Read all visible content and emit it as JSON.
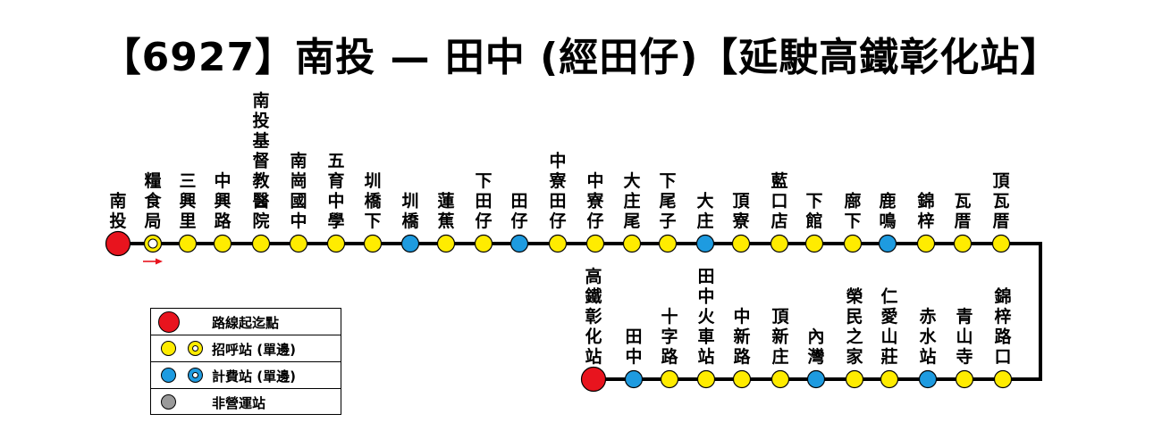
{
  "title": "【6927】南投 — 田中 (經田仔)【延駛高鐵彰化站】",
  "colors": {
    "terminal": "#e8141e",
    "flag": "#ffec00",
    "fare": "#1e9be0",
    "closed": "#9a9a9a",
    "line": "#000000",
    "arrow": "#e8141e"
  },
  "stops_top": [
    {
      "name": "南投",
      "type": "terminal"
    },
    {
      "name": "糧食局",
      "type": "flag-ring"
    },
    {
      "name": "三興里",
      "type": "flag"
    },
    {
      "name": "中興路",
      "type": "flag"
    },
    {
      "name": "南投基督教醫院",
      "type": "flag"
    },
    {
      "name": "南崗國中",
      "type": "flag"
    },
    {
      "name": "五育中學",
      "type": "flag"
    },
    {
      "name": "圳橋下",
      "type": "flag"
    },
    {
      "name": "圳橋",
      "type": "fare"
    },
    {
      "name": "蓮蕉",
      "type": "flag"
    },
    {
      "name": "下田仔",
      "type": "flag"
    },
    {
      "name": "田仔",
      "type": "fare"
    },
    {
      "name": "中寮田仔",
      "type": "flag"
    },
    {
      "name": "中寮仔",
      "type": "flag"
    },
    {
      "name": "大庄尾",
      "type": "flag"
    },
    {
      "name": "下尾子",
      "type": "flag"
    },
    {
      "name": "大庄",
      "type": "fare"
    },
    {
      "name": "頂寮",
      "type": "flag"
    },
    {
      "name": "藍口店",
      "type": "flag"
    },
    {
      "name": "下館",
      "type": "flag"
    },
    {
      "name": "廍下",
      "type": "flag"
    },
    {
      "name": "鹿鳴",
      "type": "fare"
    },
    {
      "name": "錦梓",
      "type": "flag"
    },
    {
      "name": "瓦厝",
      "type": "flag"
    },
    {
      "name": "頂瓦厝",
      "type": "flag"
    }
  ],
  "stops_bottom": [
    {
      "name": "高鐵彰化站",
      "type": "terminal"
    },
    {
      "name": "田中",
      "type": "fare"
    },
    {
      "name": "十字路",
      "type": "flag"
    },
    {
      "name": "田中火車站",
      "type": "flag"
    },
    {
      "name": "中新路",
      "type": "flag"
    },
    {
      "name": "頂新庄",
      "type": "flag"
    },
    {
      "name": "內灣",
      "type": "fare"
    },
    {
      "name": "榮民之家",
      "type": "flag"
    },
    {
      "name": "仁愛山莊",
      "type": "flag"
    },
    {
      "name": "赤水站",
      "type": "fare"
    },
    {
      "name": "青山寺",
      "type": "flag"
    },
    {
      "name": "錦梓路口",
      "type": "flag"
    }
  ],
  "legend": [
    {
      "label": "路線起迄點",
      "symbols": [
        "terminal"
      ]
    },
    {
      "label": "招呼站 (單邊)",
      "symbols": [
        "flag",
        "flag-ring"
      ]
    },
    {
      "label": "計費站 (單邊)",
      "symbols": [
        "fare",
        "fare-ring"
      ]
    },
    {
      "label": "非營運站",
      "symbols": [
        "closed"
      ]
    }
  ]
}
